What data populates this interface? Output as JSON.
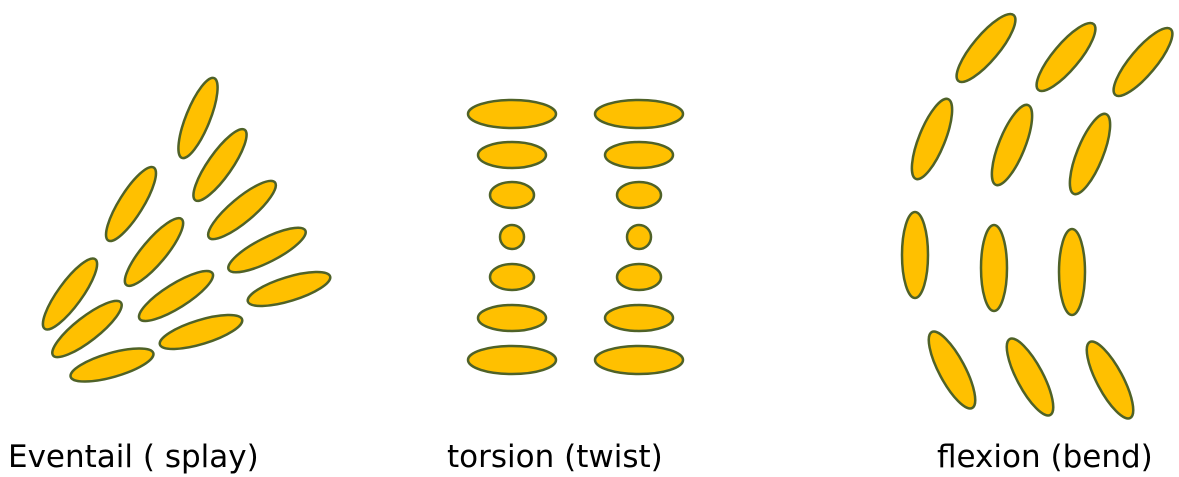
{
  "style": {
    "molecule_fill": "#FFC000",
    "molecule_stroke": "#4F6228",
    "background": "#FFFFFF",
    "caption_color": "#000000"
  },
  "captions": {
    "splay": "Eventail ( splay)",
    "twist": "torsion (twist)",
    "bend": "flexion (bend)"
  }
}
